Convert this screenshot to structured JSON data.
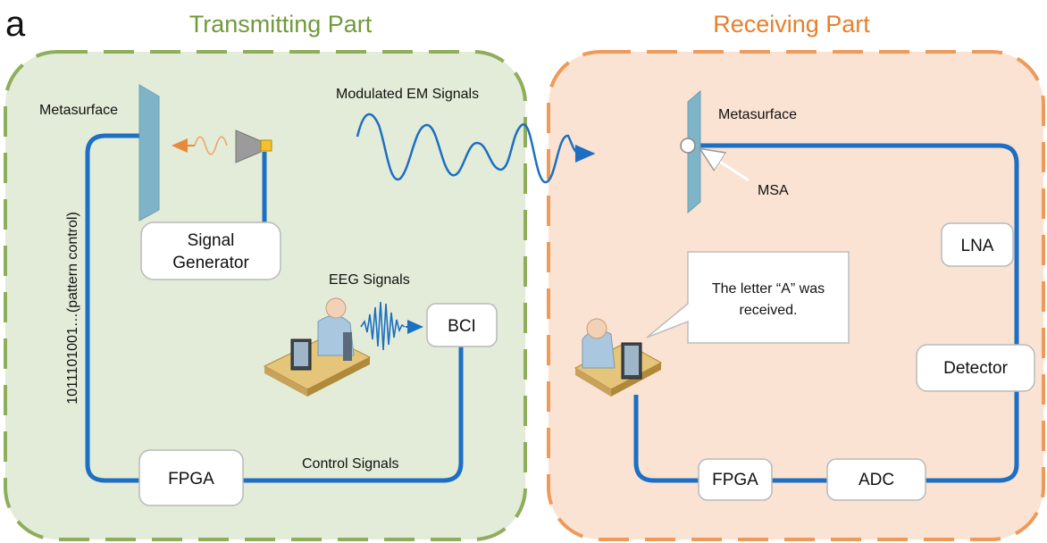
{
  "panel_label": "a",
  "transmitting": {
    "title": "Transmitting Part",
    "metasurface_label": "Metasurface",
    "signal_generator_line1": "Signal",
    "signal_generator_line2": "Generator",
    "eeg_label": "EEG Signals",
    "bci_label": "BCI",
    "fpga_label": "FPGA",
    "control_signals_label": "Control Signals",
    "pattern_control_label": "1011101001…(pattern control)"
  },
  "modulated_label": "Modulated EM Signals",
  "receiving": {
    "title": "Receiving Part",
    "metasurface_label": "Metasurface",
    "msa_label": "MSA",
    "lna_label": "LNA",
    "detector_label": "Detector",
    "adc_label": "ADC",
    "fpga_label": "FPGA",
    "callout_line1": "The letter “A” was",
    "callout_line2": "received."
  },
  "colors": {
    "tx_fill": "#e3ecd8",
    "tx_border": "#8fad5a",
    "tx_title": "#6f9a3a",
    "rx_fill": "#fbe3d3",
    "rx_border": "#ee9a58",
    "rx_title": "#e87f2c",
    "wire": "#1c6fc2",
    "metasurface": "#7fb3c8",
    "wave": "#1c6fc2"
  }
}
